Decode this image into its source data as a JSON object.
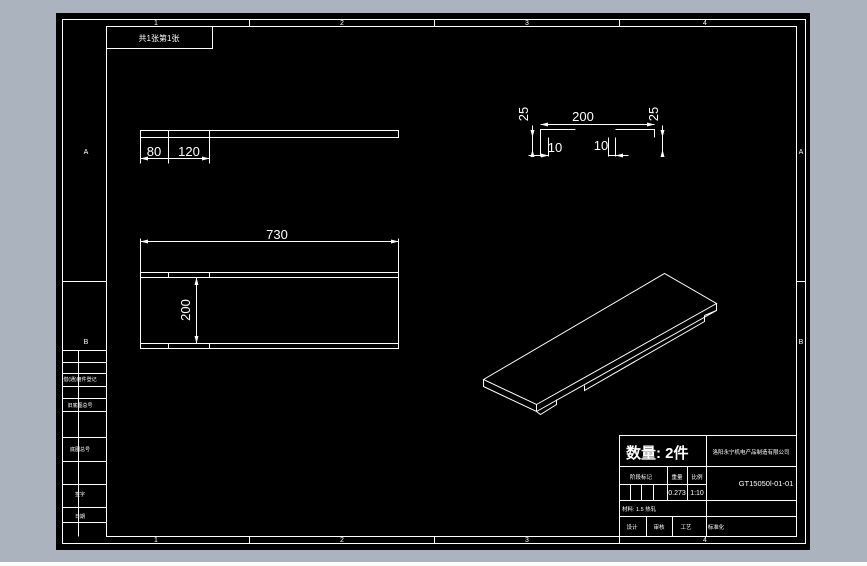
{
  "colors": {
    "background_outer": "#abb3be",
    "sheet": "#000000",
    "lines": "#ffffff"
  },
  "frame": {
    "top_zones": [
      "1",
      "2",
      "3",
      "4"
    ],
    "bottom_zones": [
      "1",
      "2",
      "3",
      "4"
    ],
    "left_zones": [
      "A",
      "B"
    ],
    "right_zones": [
      "A",
      "B"
    ]
  },
  "top_left_box": {
    "label": "共1张第1张"
  },
  "side_table": {
    "rows": [
      "借(通)用件登记",
      "旧底图总号",
      "底图总号",
      "签字",
      "日期"
    ]
  },
  "side_view": {
    "dims": {
      "d80": "80",
      "d120": "120"
    }
  },
  "section_view": {
    "dims": {
      "width": "200",
      "left_height": "25",
      "right_height": "25",
      "left_lip": "10",
      "right_lip": "10"
    }
  },
  "plan_view": {
    "dims": {
      "length": "730",
      "width": "200"
    }
  },
  "title_block": {
    "quantity": "数量: 2件",
    "company": "洛阳永宁机电产品制造有限公司",
    "drawing_no": "GT15050l-01-01",
    "label_stage": "阶段标记",
    "label_weight": "重量",
    "label_scale": "比例",
    "weight": "0.273",
    "scale": "1:10",
    "material": "材料: 1.5 热轧",
    "label_designer": "设计",
    "label_approve": "审核",
    "label_craft": "工艺",
    "label_stdcheck": "标准化"
  }
}
